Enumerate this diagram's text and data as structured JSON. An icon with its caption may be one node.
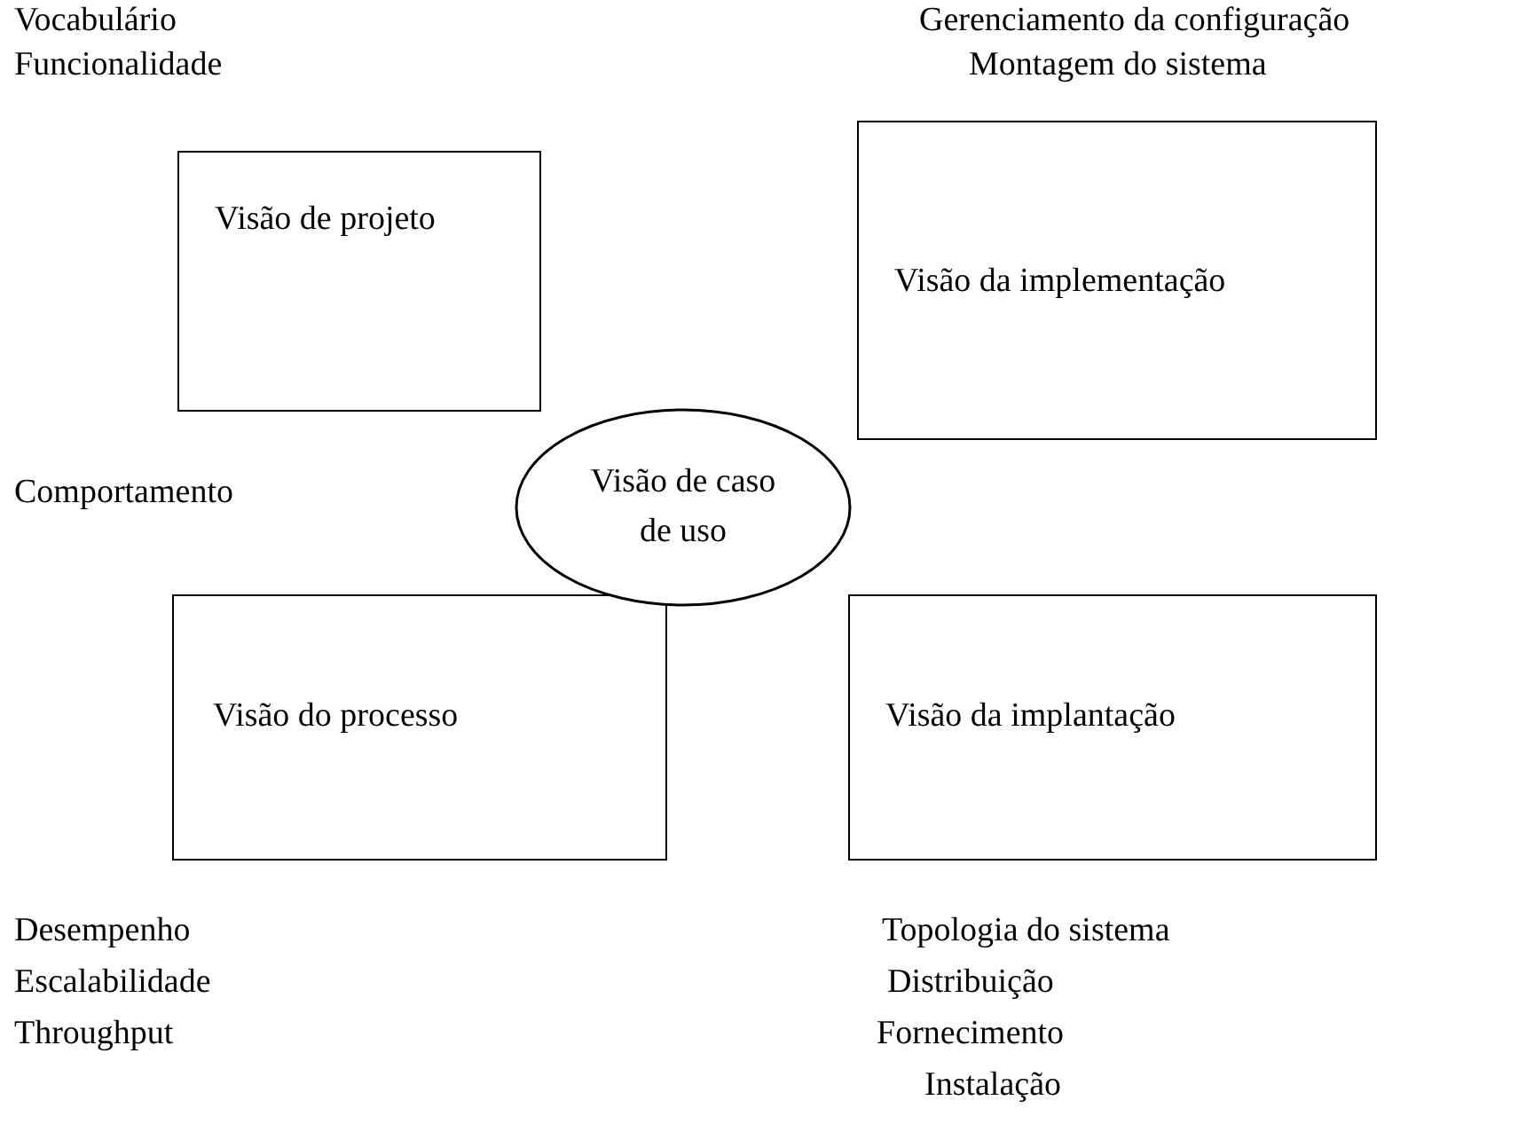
{
  "diagram": {
    "nodes": [
      {
        "text": [
          "Visão de projeto"
        ],
        "beside": [
          "Vocabulário",
          "Funcionalidade"
        ]
      },
      {
        "text": [
          "Visão da implementação"
        ],
        "beside": [
          "Gerenciamento da configuração",
          "Montagem do sistema"
        ]
      },
      {
        "text": [
          "Visão de caso de uso"
        ]
      },
      {
        "text": [
          "Visão do processo"
        ],
        "beside": [
          "Desempenho",
          "Escalabilidade",
          "Throughput"
        ]
      },
      {
        "text": [
          "Visão da implantação"
        ],
        "beside": [
          "Topologia do sistema",
          "Distribuição",
          "Fornecimento",
          "Instalação"
        ]
      }
    ],
    "labels": [
      "Comportamento"
    ]
  }
}
